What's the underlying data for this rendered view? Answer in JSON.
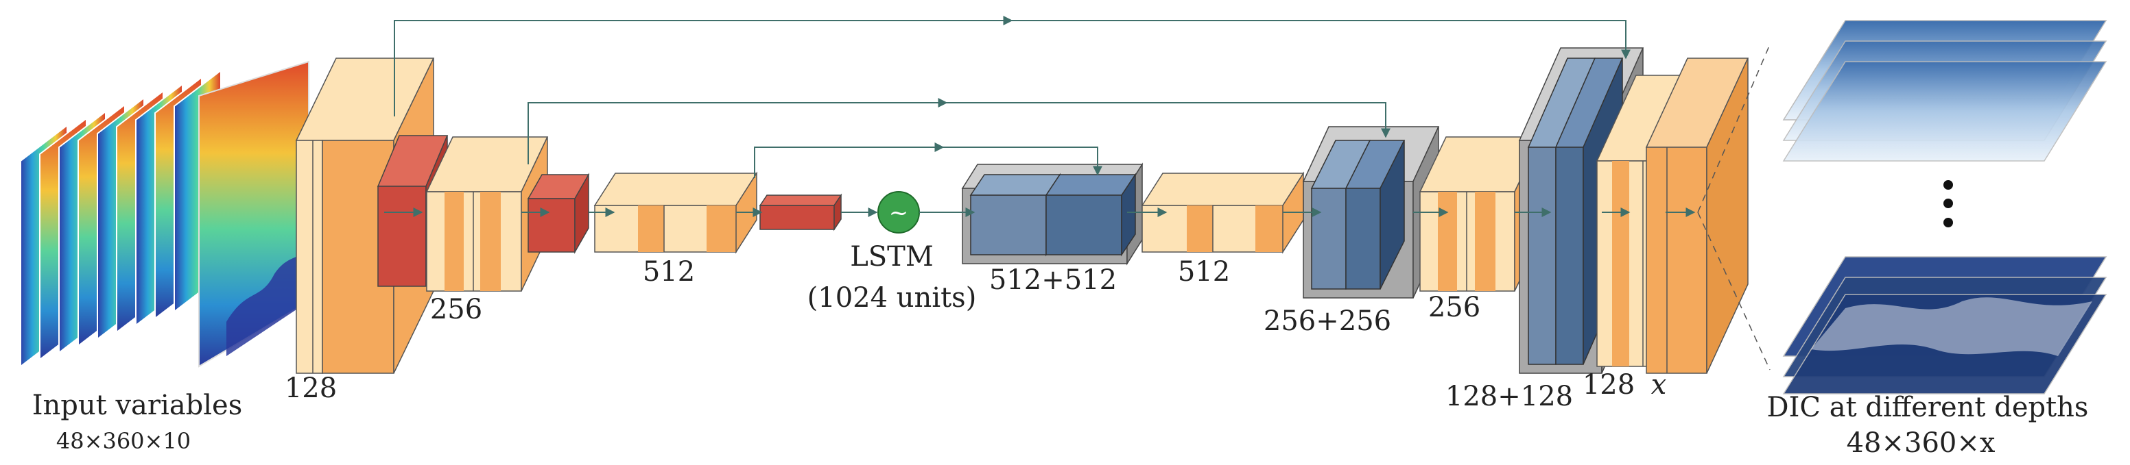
{
  "labels": {
    "input_title": "Input variables",
    "input_dims": "48×360×10",
    "enc1": "128",
    "enc2": "256",
    "enc3": "512",
    "lstm_title": "LSTM",
    "lstm_units": "(1024 units)",
    "bottleneck": "512+512",
    "dec3": "512",
    "cat2": "256+256",
    "dec2": "256",
    "cat1": "128+128",
    "dec1": "128",
    "out_ch": "x",
    "output_title": "DIC at different depths",
    "output_dims": "48×360×x"
  },
  "colors": {
    "conv_orange": "#f4a95c",
    "conv_light": "#fde3b6",
    "pool_red": "#cc4a3e",
    "skip_blue": "#4e6f96",
    "skip_gray": "#a9a9a9",
    "lstm_green": "#3aa14b",
    "arrow": "#3f6f6a"
  },
  "icons": {
    "lstm_node": "tilde-circle-icon",
    "ellipsis": "vertical-dots-icon"
  }
}
